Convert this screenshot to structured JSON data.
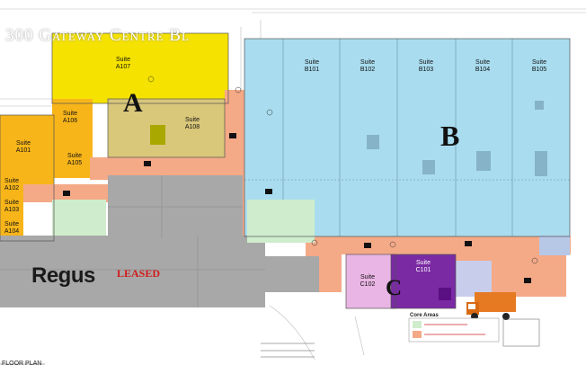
{
  "plan": {
    "title": "300 Gateway Centre Bl",
    "zones": [
      {
        "id": "A",
        "label": "A"
      },
      {
        "id": "B",
        "label": "B"
      },
      {
        "id": "C",
        "label": "C"
      }
    ],
    "suites": [
      {
        "id": "A107",
        "lines": [
          "Suite",
          "A107"
        ]
      },
      {
        "id": "A106",
        "lines": [
          "Suite",
          "A106"
        ]
      },
      {
        "id": "A108",
        "lines": [
          "Suite",
          "A108"
        ]
      },
      {
        "id": "A101",
        "lines": [
          "Suite",
          "A101"
        ]
      },
      {
        "id": "A105",
        "lines": [
          "Suite",
          "A105"
        ]
      },
      {
        "id": "A102",
        "lines": [
          "Suite",
          "A102"
        ]
      },
      {
        "id": "A103",
        "lines": [
          "Suite",
          "A103"
        ]
      },
      {
        "id": "A104",
        "lines": [
          "Suite",
          "A104"
        ]
      },
      {
        "id": "B101",
        "lines": [
          "Suite",
          "B101"
        ]
      },
      {
        "id": "B102",
        "lines": [
          "Suite",
          "B102"
        ]
      },
      {
        "id": "B103",
        "lines": [
          "Suite",
          "B103"
        ]
      },
      {
        "id": "B104",
        "lines": [
          "Suite",
          "B104"
        ]
      },
      {
        "id": "B105",
        "lines": [
          "Suite",
          "B105"
        ]
      },
      {
        "id": "C101",
        "lines": [
          "Suite",
          "C101"
        ]
      },
      {
        "id": "C102",
        "lines": [
          "Suite",
          "C102"
        ]
      }
    ],
    "tenant_logo": "Regus",
    "leased_label": "LEASED",
    "core_areas_label": "Core Areas",
    "floor_plan_label": "FLOOR PLAN",
    "colors": {
      "suite_a_yellow": "#f5e200",
      "suite_a_orange": "#f7b51a",
      "suite_a108": "#d9c77a",
      "suite_b": "#a9dcef",
      "corridor": "#f4a987",
      "leased_gray": "#a8a8a8",
      "restroom_green": "#cfeccc",
      "suite_c101": "#7a2aa3",
      "suite_c102": "#e9b5e4",
      "core": "#b7c7e6"
    }
  }
}
